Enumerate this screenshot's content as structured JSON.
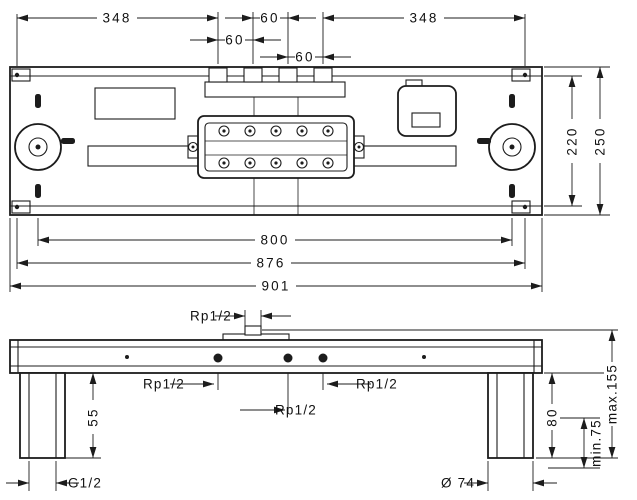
{
  "drawing": {
    "front": {
      "dim_348_left": "348",
      "dim_60_a": "60",
      "dim_348_right": "348",
      "dim_60_b": "60",
      "dim_60_c": "60",
      "dim_220": "220",
      "dim_250": "250",
      "dim_800": "800",
      "dim_876": "876",
      "dim_901": "901"
    },
    "side": {
      "rp_top": "Rp1/2",
      "rp_left": "Rp1/2",
      "rp_right": "Rp1/2",
      "rp_middle": "Rp1/2",
      "dim_55": "55",
      "dim_80": "80",
      "dim_min75": "min.75",
      "dim_max155": "max.155",
      "g_thread": "G1/2",
      "diameter": "Ø 74"
    },
    "colors": {
      "line": "#1c1c1c",
      "background": "#ffffff"
    }
  }
}
